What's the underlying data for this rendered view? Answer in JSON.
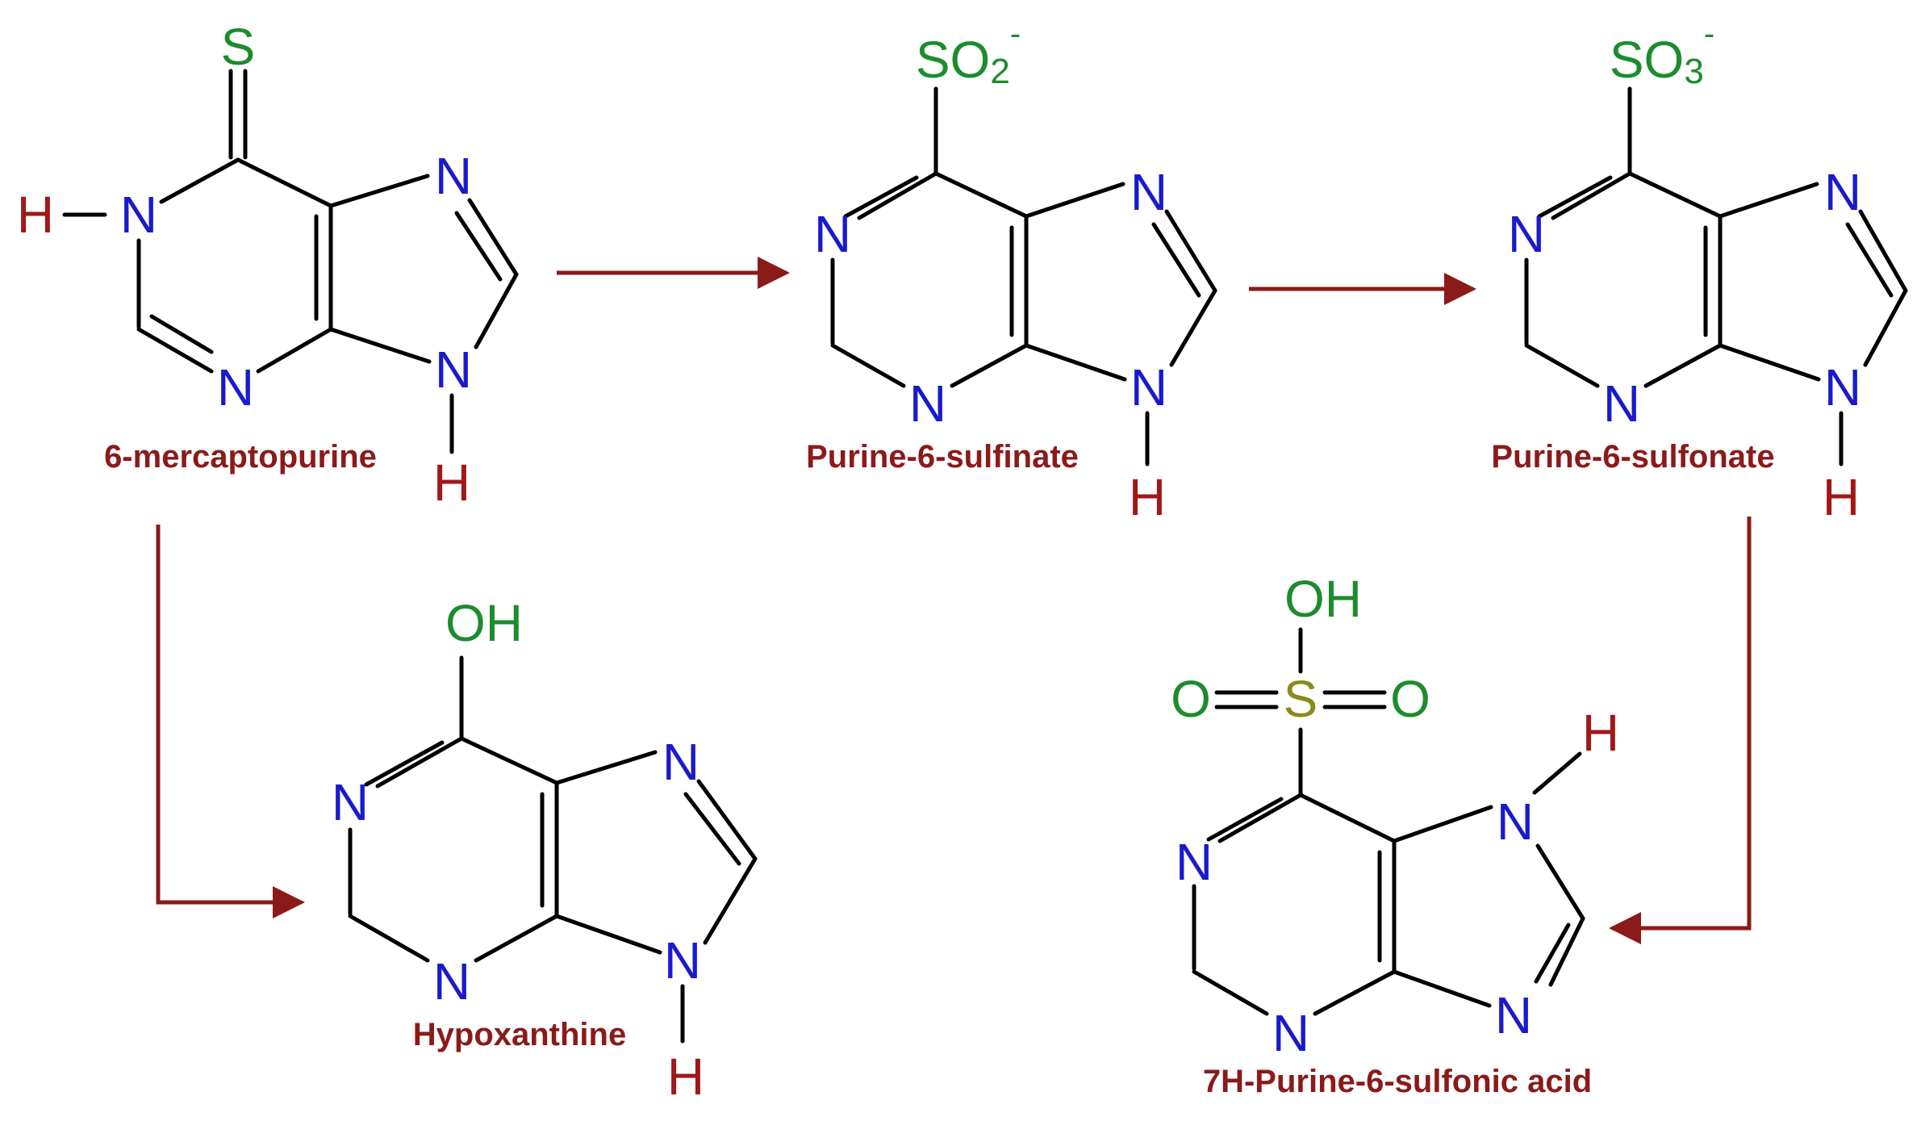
{
  "compounds": {
    "mercaptopurine": {
      "name": "6-mercaptopurine",
      "substituent": "S",
      "h_left": "H",
      "h_bottom": "H",
      "n1": "N",
      "n3": "N",
      "n7": "N",
      "n9": "N"
    },
    "sulfinate": {
      "name": "Purine-6-sulfinate",
      "substituent": "SO",
      "sub": "2",
      "charge": "-",
      "h_bottom": "H",
      "n1": "N",
      "n3": "N",
      "n7": "N",
      "n9": "N"
    },
    "sulfonate": {
      "name": "Purine-6-sulfonate",
      "substituent": "SO",
      "sub": "3",
      "charge": "-",
      "h_bottom": "H",
      "n1": "N",
      "n3": "N",
      "n7": "N",
      "n9": "N"
    },
    "hypoxanthine": {
      "name": "Hypoxanthine",
      "substituent": "OH",
      "h_bottom": "H",
      "n1": "N",
      "n3": "N",
      "n7": "N",
      "n9": "N"
    },
    "sulfonic_acid": {
      "name": "7H-Purine-6-sulfonic acid",
      "oh": "OH",
      "s": "S",
      "o_left": "O",
      "o_right": "O",
      "h_top": "H",
      "n1": "N",
      "n3": "N",
      "n7": "N",
      "n9": "N"
    }
  },
  "colors": {
    "nitrogen": "#1a1acc",
    "hydrogen": "#a01818",
    "oxygen_sulfur": "#1c8c2c",
    "sulfur_center": "#8a8a1a",
    "arrow": "#8b1a1a",
    "label": "#8b1a1a"
  }
}
